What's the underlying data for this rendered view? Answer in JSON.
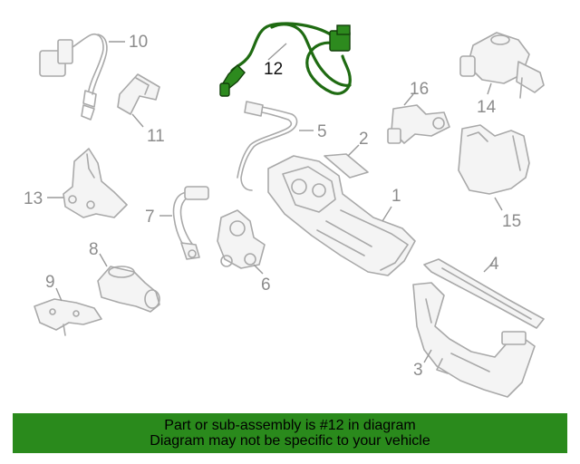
{
  "diagram": {
    "highlight_color": "#2d8a1e",
    "callouts": {
      "c1": "1",
      "c2": "2",
      "c3": "3",
      "c4": "4",
      "c5": "5",
      "c6": "6",
      "c7": "7",
      "c8": "8",
      "c9": "9",
      "c10": "10",
      "c11": "11",
      "c12": "12",
      "c13": "13",
      "c14": "14",
      "c15": "15",
      "c16": "16"
    },
    "highlighted_callout": "12"
  },
  "banner": {
    "line1": "Part or sub-assembly is #12 in diagram",
    "line2": "Diagram may not be specific to your vehicle",
    "background": "#2a8a1c"
  }
}
